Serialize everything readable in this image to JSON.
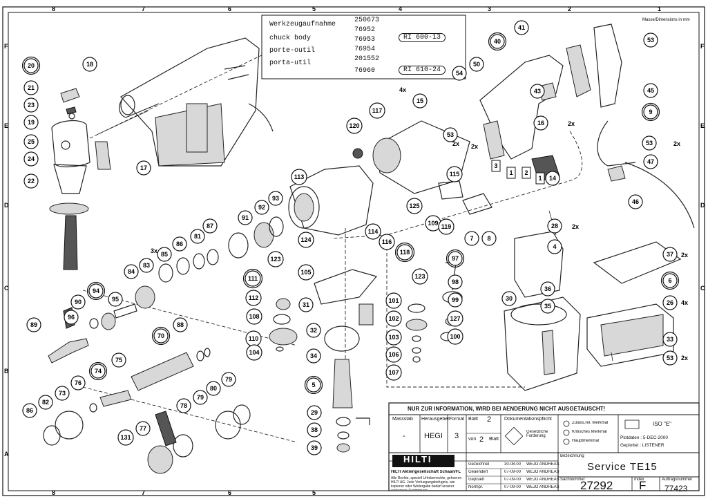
{
  "border_columns": [
    "8",
    "7",
    "6",
    "5",
    "4",
    "3",
    "2",
    "1"
  ],
  "border_rows": [
    "F",
    "E",
    "D",
    "C",
    "B",
    "A"
  ],
  "units_note": "Masse/Dimensions in mm",
  "chuck_box": {
    "labels": [
      "Werkzeugaufnahme",
      "chuck body",
      "porte-outil",
      "porta-util"
    ],
    "numbers": [
      "250673",
      "76952",
      "76953",
      "76954",
      "201552",
      "76960"
    ],
    "ri_1": "RI 600-13",
    "ri_2": "RI 610-24"
  },
  "callouts": {
    "c1": "1",
    "c2": "2",
    "c3": "3",
    "c4": "4",
    "c5": "5",
    "c6": "6",
    "c7": "7",
    "c8": "8",
    "c9": "9",
    "c14": "14",
    "c15": "15",
    "c16": "16",
    "c17": "17",
    "c18": "18",
    "c19": "19",
    "c20": "20",
    "c21": "21",
    "c22": "22",
    "c23": "23",
    "c24": "24",
    "c25": "25",
    "c26": "26",
    "c28": "28",
    "c29": "29",
    "c30": "30",
    "c31": "31",
    "c32": "32",
    "c33": "33",
    "c34": "34",
    "c35": "35",
    "c36": "36",
    "c37": "37",
    "c38": "38",
    "c39": "39",
    "c40": "40",
    "c41": "41",
    "c43": "43",
    "c45": "45",
    "c46": "46",
    "c47": "47",
    "c50": "50",
    "c53": "53",
    "c54": "54",
    "c70": "70",
    "c73": "73",
    "c74": "74",
    "c75": "75",
    "c76": "76",
    "c77": "77",
    "c78": "78",
    "c79": "79",
    "c80": "80",
    "c81": "81",
    "c82": "82",
    "c83": "83",
    "c84": "84",
    "c85": "85",
    "c86": "86",
    "c87": "87",
    "c88": "88",
    "c89": "89",
    "c90": "90",
    "c91": "91",
    "c92": "92",
    "c93": "93",
    "c94": "94",
    "c95": "95",
    "c96": "96",
    "c97": "97",
    "c98": "98",
    "c99": "99",
    "c100": "100",
    "c101": "101",
    "c102": "102",
    "c103": "103",
    "c104": "104",
    "c105": "105",
    "c106": "106",
    "c107": "107",
    "c108": "108",
    "c109": "109",
    "c110": "110",
    "c111": "111",
    "c112": "112",
    "c113": "113",
    "c114": "114",
    "c115": "115",
    "c116": "116",
    "c117": "117",
    "c118": "118",
    "c119": "119",
    "c120": "120",
    "c123": "123",
    "c124": "124",
    "c125": "125",
    "c127": "127",
    "c131": "131"
  },
  "qty": {
    "x2": "2x",
    "x3": "3x",
    "x4": "4x"
  },
  "title_block": {
    "notice": "NUR ZUR INFORMATION, WIRD BEI AENDERUNG NICHT AUSGETAUSCHT!",
    "h_massstab": "Massstab",
    "h_herausgeber": "Herausgeber",
    "h_format": "Format",
    "h_blatt": "Blatt",
    "v_blatt": "2",
    "h_von": "von",
    "v_von": "2",
    "h_blatt2": "Blatt",
    "h_doku": "Dokumentationspflicht",
    "v_massstab": "-",
    "v_herausgeber": "HEGI",
    "v_format": "3",
    "doku_note": "Gesetzliche Forderung",
    "legend_1": "Zulass.rel. Merkmal",
    "legend_2": "Kritisches Merkmal",
    "legend_3": "Hauptmerkmal",
    "iso": "ISO \"E\"",
    "plotdatum_label": "Plotdaten : 5-DEC-2000",
    "geplottet_label": "Geplottet : LISTENER",
    "company": "HILTI Aktiengesellschaft Schaan/FL",
    "rights": "Alle Rechte, speziell Urheberrechte, gehoeren HILTI AG. Jede Verfuegungsbefugnis, wie kopieren oder Weitergabe bedarf unserer vorherigen Zustimmung",
    "gezeichnet": "Gezeichnet",
    "gezeichnet_date": "30-08-00",
    "gezeichnet_by": "WEJO ANDREAS",
    "geaendert": "Geaendert",
    "geaendert_date": "07-09-00",
    "geaendert_by": "WEJO ANDREAS",
    "geprueft": "Geprueft",
    "geprueft_date": "07-09-00",
    "geprueft_by": "WEJO ANDREAS",
    "normpr": "Normpr.",
    "normpr_date": "07-09-00",
    "normpr_by": "WEJO ANDREAS",
    "bezeichnung_label": "Bezeichnung",
    "bezeichnung": "Service TE15",
    "sachnummer_label": "Sachnummer",
    "sachnummer": "27292",
    "index_label": "Index",
    "index": "F",
    "auftrag_label": "Auftragsnummer",
    "auftrag": "77423",
    "logo": "HILTI"
  }
}
